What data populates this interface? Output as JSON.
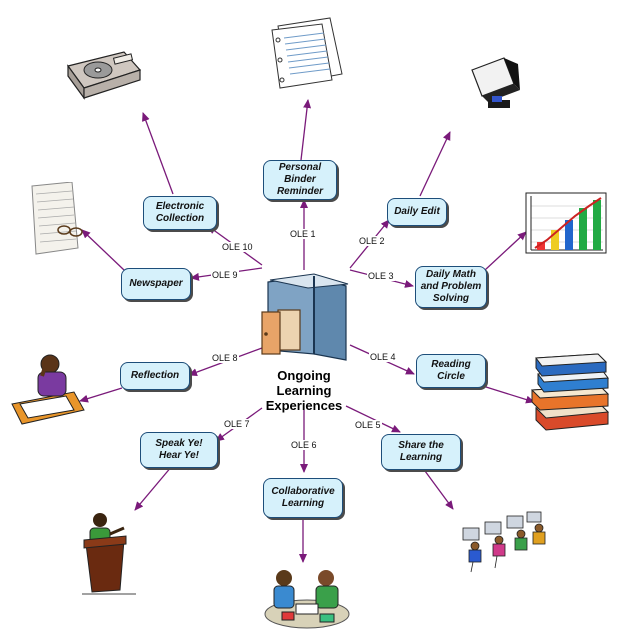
{
  "center": {
    "title": "Ongoing\nLearning\nExperiences"
  },
  "nodes": [
    {
      "id": "personal-binder",
      "label": "Personal\nBinder\nReminder",
      "ole": "OLE 1"
    },
    {
      "id": "daily-edit",
      "label": "Daily Edit",
      "ole": "OLE 2"
    },
    {
      "id": "daily-math",
      "label": "Daily Math\nand Problem\nSolving",
      "ole": "OLE 3"
    },
    {
      "id": "reading-circle",
      "label": "Reading\nCircle",
      "ole": "OLE 4"
    },
    {
      "id": "share-learning",
      "label": "Share the\nLearning",
      "ole": "OLE 5"
    },
    {
      "id": "collaborative-learning",
      "label": "Collaborative\nLearning",
      "ole": "OLE 6"
    },
    {
      "id": "speak-hear",
      "label": "Speak Ye!\nHear Ye!",
      "ole": "OLE 7"
    },
    {
      "id": "reflection",
      "label": "Reflection",
      "ole": "OLE 8"
    },
    {
      "id": "newspaper",
      "label": "Newspaper",
      "ole": "OLE 9"
    },
    {
      "id": "electronic-collection",
      "label": "Electronic\nCollection",
      "ole": "OLE 10"
    }
  ],
  "colors": {
    "node_fill": "#d6f1fb",
    "node_border": "#1d4e7a",
    "arrow": "#7a1a7a"
  },
  "icons": [
    "cd-drive-icon",
    "binder-paper-icon",
    "computer-monitor-icon",
    "bar-chart-icon",
    "book-stack-icon",
    "students-computers-icon",
    "group-reading-icon",
    "speaker-podium-icon",
    "thinking-writer-icon",
    "newspaper-glasses-icon",
    "open-book-door-icon"
  ]
}
